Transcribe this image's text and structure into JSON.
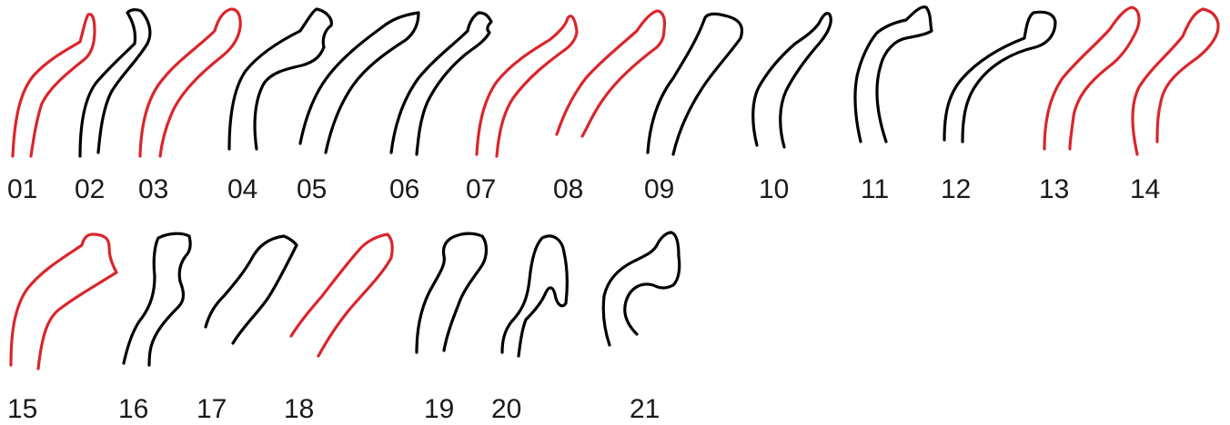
{
  "colors": {
    "highlight": "#d9262c",
    "normal": "#000000",
    "label": "#1a1a1a"
  },
  "figure": {
    "items": [
      {
        "label": "01",
        "highlighted": true
      },
      {
        "label": "02",
        "highlighted": false
      },
      {
        "label": "03",
        "highlighted": true
      },
      {
        "label": "04",
        "highlighted": false
      },
      {
        "label": "05",
        "highlighted": false
      },
      {
        "label": "06",
        "highlighted": false
      },
      {
        "label": "07",
        "highlighted": true
      },
      {
        "label": "08",
        "highlighted": true
      },
      {
        "label": "09",
        "highlighted": false
      },
      {
        "label": "10",
        "highlighted": false
      },
      {
        "label": "11",
        "highlighted": false
      },
      {
        "label": "12",
        "highlighted": false
      },
      {
        "label": "13",
        "highlighted": true
      },
      {
        "label": "14",
        "highlighted": true
      },
      {
        "label": "15",
        "highlighted": true
      },
      {
        "label": "16",
        "highlighted": false
      },
      {
        "label": "17",
        "highlighted": false
      },
      {
        "label": "18",
        "highlighted": true
      },
      {
        "label": "19",
        "highlighted": false
      },
      {
        "label": "20",
        "highlighted": false
      },
      {
        "label": "21",
        "highlighted": false
      }
    ]
  }
}
